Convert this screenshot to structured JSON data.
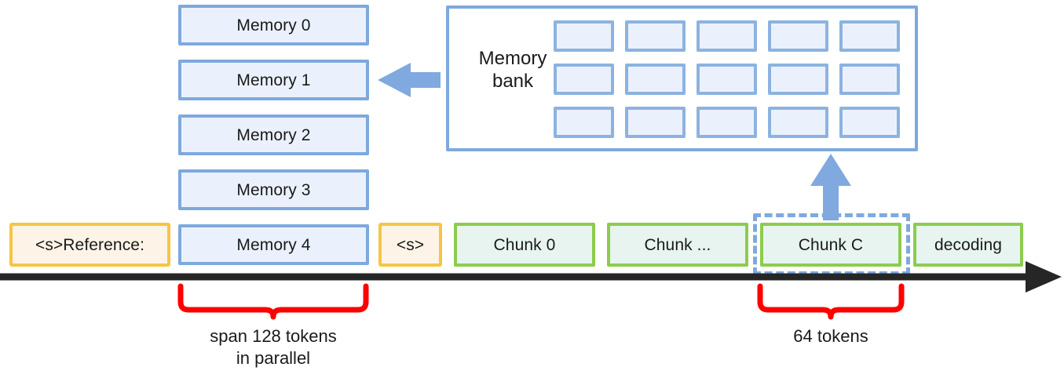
{
  "diagram": {
    "title": "Parallel memory encoding with memory bank and chunked decoding timeline",
    "colors": {
      "memory_border": "#7DA9DD",
      "memory_fill": "#EBF1FC",
      "token_orange_border": "#F7C544",
      "token_orange_fill": "#FDF4E7",
      "token_green_border": "#8CCC4D",
      "token_green_fill": "#E7F4EF",
      "arrow_blue": "#7FA9DF",
      "brace_red": "#FF0000",
      "timeline_black": "#262626",
      "dashed_select": "#7FA9DF"
    }
  },
  "memory_column": {
    "items": [
      {
        "label": "Memory 0"
      },
      {
        "label": "Memory 1"
      },
      {
        "label": "Memory 2"
      },
      {
        "label": "Memory 3"
      },
      {
        "label": "Memory 4"
      }
    ]
  },
  "memory_bank": {
    "label": "Memory\nbank",
    "rows": 3,
    "cols": 5,
    "cells": [
      "",
      "",
      "",
      "",
      "",
      "",
      "",
      "",
      "",
      "",
      "",
      "",
      "",
      "",
      ""
    ]
  },
  "timeline": {
    "tokens": [
      {
        "label": "<s>Reference:",
        "style": "orange"
      },
      {
        "label": "Memory 4",
        "style": "blue"
      },
      {
        "label": "<s>",
        "style": "orange"
      },
      {
        "label": "Chunk 0",
        "style": "green"
      },
      {
        "label": "Chunk ...",
        "style": "green"
      },
      {
        "label": "Chunk C",
        "style": "green"
      },
      {
        "label": "decoding",
        "style": "green"
      }
    ]
  },
  "annotations": {
    "span_brace": "span 128 tokens\nin parallel",
    "chunk_brace": "64 tokens"
  },
  "arrows": {
    "bank_to_memory": "left-arrow-icon",
    "chunk_to_bank": "up-arrow-icon",
    "timeline_axis": "right-arrow-icon"
  }
}
